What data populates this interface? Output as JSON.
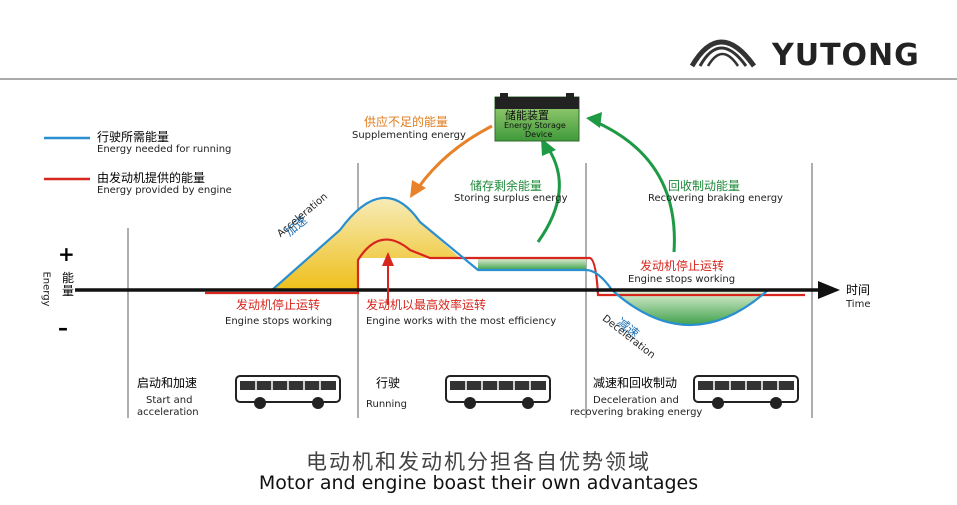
{
  "brand": {
    "name": "YUTONG"
  },
  "legend": {
    "blue_cn": "行驶所需能量",
    "blue_en": "Energy needed for running",
    "red_cn": "由发动机提供的能量",
    "red_en": "Energy provided by engine"
  },
  "axis": {
    "plus": "+",
    "minus": "–",
    "energy_cn": "能量",
    "energy_en": "Energy",
    "time_cn": "时间",
    "time_en": "Time"
  },
  "storage": {
    "cn": "储能装置",
    "en_line1": "Energy Storage",
    "en_line2": "Device"
  },
  "labels": {
    "supplementing_cn": "供应不足的能量",
    "supplementing_en": "Supplementing energy",
    "storing_cn": "储存剩余能量",
    "storing_en": "Storing surplus energy",
    "recovering_cn": "回收制动能量",
    "recovering_en": "Recovering braking energy",
    "accel_cn": "加速",
    "accel_en": "Acceleration",
    "decel_cn": "减速",
    "decel_en": "Deceleration",
    "stop1_cn": "发动机停止运转",
    "stop1_en": "Engine stops working",
    "efficient_cn": "发动机以最高效率运转",
    "efficient_en": "Engine works with the most efficiency",
    "stop2_cn": "发动机停止运转",
    "stop2_en": "Engine stops working"
  },
  "phases": [
    {
      "cn": "启动和加速",
      "en_line1": "Start and",
      "en_line2": "acceleration"
    },
    {
      "cn": "行驶",
      "en_line1": "Running",
      "en_line2": ""
    },
    {
      "cn": "减速和回收制动",
      "en_line1": "Deceleration and",
      "en_line2": "recovering braking energy"
    }
  ],
  "caption": {
    "cn": "电动机和发动机分担各自优势领域",
    "en": "Motor and engine boast their own advantages"
  },
  "colors": {
    "blue_line": "#2a8fd0",
    "red_line": "#d7261e",
    "yellow_fill": "#f2c318",
    "green_fill": "#3aa04a",
    "green_arrow": "#1e9a45",
    "orange_arrow": "#e8822a",
    "bus_body": "#ffffff"
  },
  "icons": [
    "yutong-logo-icon",
    "bus-icon",
    "arrow-icon"
  ]
}
